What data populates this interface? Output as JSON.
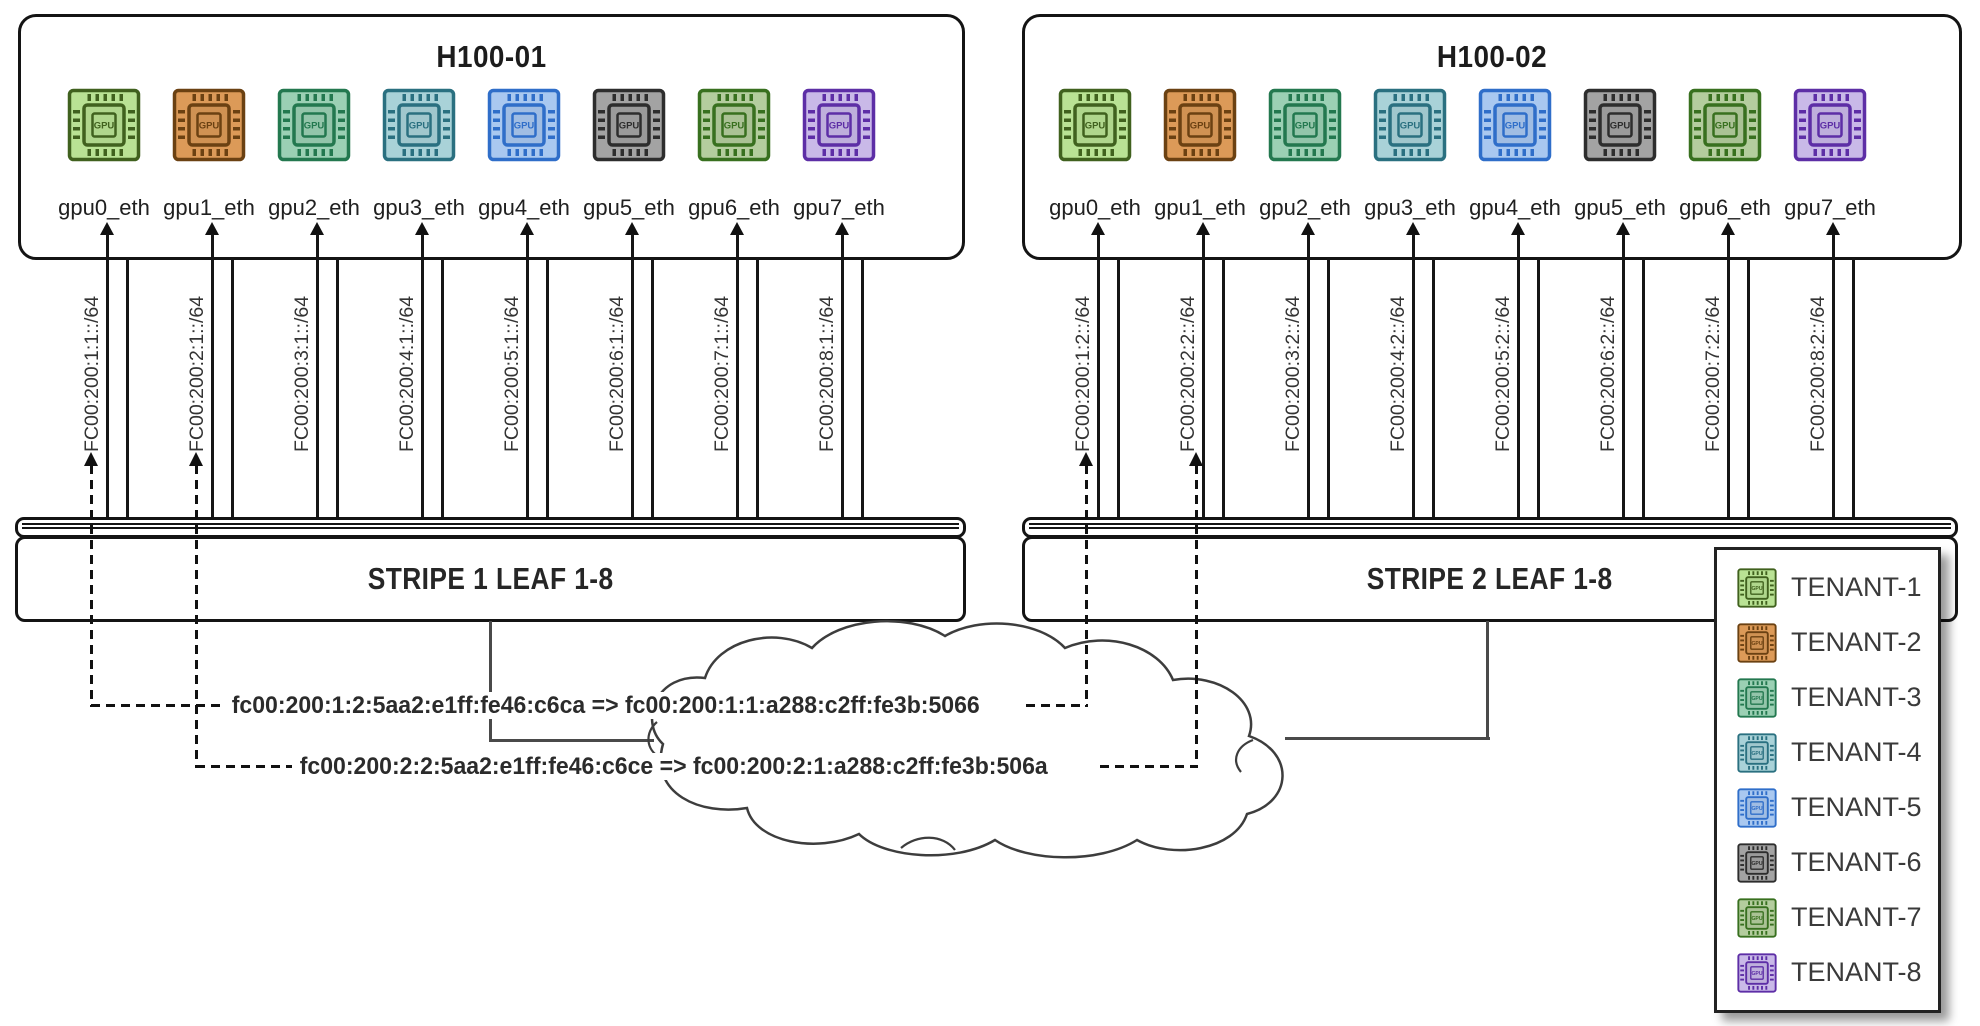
{
  "servers": [
    {
      "title": "H100-01",
      "gpus": [
        {
          "label": "gpu0_eth",
          "subnet": "FC00:200:1:1::/64",
          "tenant": "1"
        },
        {
          "label": "gpu1_eth",
          "subnet": "FC00:200:2:1::/64",
          "tenant": "2"
        },
        {
          "label": "gpu2_eth",
          "subnet": "FC00:200:3:1::/64",
          "tenant": "3"
        },
        {
          "label": "gpu3_eth",
          "subnet": "FC00:200:4:1::/64",
          "tenant": "4"
        },
        {
          "label": "gpu4_eth",
          "subnet": "FC00:200:5:1::/64",
          "tenant": "5"
        },
        {
          "label": "gpu5_eth",
          "subnet": "FC00:200:6:1::/64",
          "tenant": "6"
        },
        {
          "label": "gpu6_eth",
          "subnet": "FC00:200:7:1::/64",
          "tenant": "7"
        },
        {
          "label": "gpu7_eth",
          "subnet": "FC00:200:8:1::/64",
          "tenant": "8"
        }
      ]
    },
    {
      "title": "H100-02",
      "gpus": [
        {
          "label": "gpu0_eth",
          "subnet": "FC00:200:1:2::/64",
          "tenant": "1"
        },
        {
          "label": "gpu1_eth",
          "subnet": "FC00:200:2:2::/64",
          "tenant": "2"
        },
        {
          "label": "gpu2_eth",
          "subnet": "FC00:200:3:2::/64",
          "tenant": "3"
        },
        {
          "label": "gpu3_eth",
          "subnet": "FC00:200:4:2::/64",
          "tenant": "4"
        },
        {
          "label": "gpu4_eth",
          "subnet": "FC00:200:5:2::/64",
          "tenant": "5"
        },
        {
          "label": "gpu5_eth",
          "subnet": "FC00:200:6:2::/64",
          "tenant": "6"
        },
        {
          "label": "gpu6_eth",
          "subnet": "FC00:200:7:2::/64",
          "tenant": "7"
        },
        {
          "label": "gpu7_eth",
          "subnet": "FC00:200:8:2::/64",
          "tenant": "8"
        }
      ]
    }
  ],
  "leaf_switches": [
    {
      "label": "STRIPE 1 LEAF 1-8"
    },
    {
      "label": "STRIPE 2 LEAF 1-8"
    }
  ],
  "flows": [
    {
      "text": "fc00:200:1:2:5aa2:e1ff:fe46:c6ca => fc00:200:1:1:a288:c2ff:fe3b:5066"
    },
    {
      "text": "fc00:200:2:2:5aa2:e1ff:fe46:c6ce => fc00:200:2:1:a288:c2ff:fe3b:506a"
    }
  ],
  "legend": {
    "items": [
      {
        "label": "TENANT-1",
        "tenant": "1"
      },
      {
        "label": "TENANT-2",
        "tenant": "2"
      },
      {
        "label": "TENANT-3",
        "tenant": "3"
      },
      {
        "label": "TENANT-4",
        "tenant": "4"
      },
      {
        "label": "TENANT-5",
        "tenant": "5"
      },
      {
        "label": "TENANT-6",
        "tenant": "6"
      },
      {
        "label": "TENANT-7",
        "tenant": "7"
      },
      {
        "label": "TENANT-8",
        "tenant": "8"
      }
    ]
  },
  "tenants": {
    "1": {
      "fill": "#b9e294",
      "line": "#40611e"
    },
    "2": {
      "fill": "#dc9a58",
      "line": "#6b4112"
    },
    "3": {
      "fill": "#9bd0b4",
      "line": "#23784f"
    },
    "4": {
      "fill": "#a9d2d8",
      "line": "#2a7080"
    },
    "5": {
      "fill": "#a9c8f0",
      "line": "#2f6ec9"
    },
    "6": {
      "fill": "#a3a3a3",
      "line": "#2d2d2d"
    },
    "7": {
      "fill": "#b4cd9e",
      "line": "#38701f"
    },
    "8": {
      "fill": "#c9b9e8",
      "line": "#5d2ea6"
    }
  },
  "chip_text": "GPU"
}
